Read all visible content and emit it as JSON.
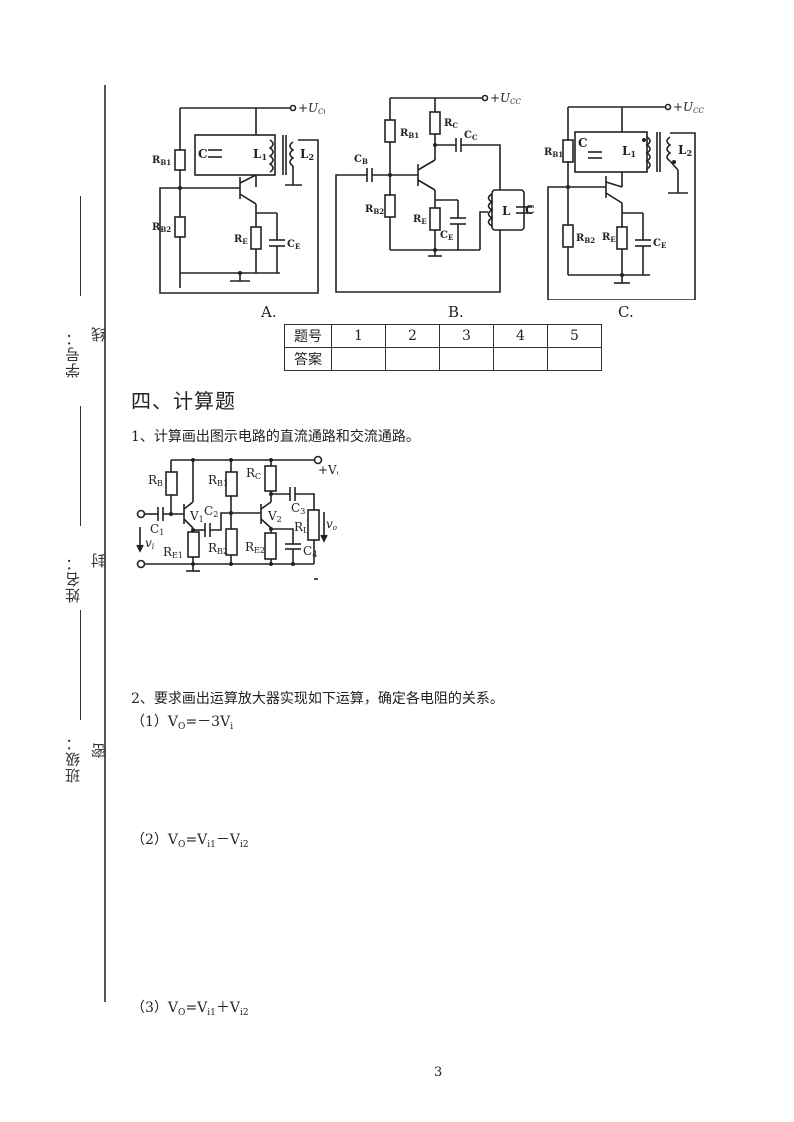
{
  "margin": {
    "student_id_label": "学号：",
    "name_label": "姓名：",
    "class_label": "班级：",
    "seal_chars": [
      "线",
      "封",
      "密"
    ]
  },
  "figures": {
    "A": {
      "caption": "A.",
      "labels": {
        "supply": "+U_CC",
        "rb1": "R_B1",
        "rb2": "R_B2",
        "re": "R_E",
        "ce": "C_E",
        "c": "C",
        "l1": "L_1",
        "l2": "L_2"
      }
    },
    "B": {
      "caption": "B.",
      "labels": {
        "supply": "+U_CC",
        "rb1": "R_B1",
        "rb2": "R_B2",
        "rc": "R_C",
        "cc": "C_C",
        "cb": "C_B",
        "re": "R_E",
        "ce": "C_E",
        "l": "L",
        "c": "C"
      }
    },
    "C": {
      "caption": "C.",
      "labels": {
        "supply": "+U_CC",
        "rb1": "R_B1",
        "rb2": "R_B2",
        "re": "R_E",
        "ce": "C_E",
        "c": "C",
        "l1": "L_1",
        "l2": "L_2"
      }
    }
  },
  "answer_table": {
    "header_label": "题号",
    "answer_label": "答案",
    "numbers": [
      "1",
      "2",
      "3",
      "4",
      "5"
    ],
    "answers": [
      "",
      "",
      "",
      "",
      ""
    ]
  },
  "section": {
    "title": "四、计算题"
  },
  "questions": [
    {
      "text": "1、计算画出图示电路的直流通路和交流通路。"
    },
    {
      "text": "2、要求画出运算放大器实现如下运算，确定各电阻的关系。"
    }
  ],
  "circuit2_labels": {
    "rb": "R_B",
    "rb1": "R_B1",
    "rb2": "R_B2",
    "rc": "R_C",
    "re1": "R_E1",
    "re2": "R_E2",
    "c1": "C_1",
    "c2": "C_2",
    "c3": "C_3",
    "c4": "C_4",
    "v1": "V_1",
    "v2": "V_2",
    "rl": "R_L",
    "vg": "+V_G",
    "vi": "v_i",
    "vo": "v_o"
  },
  "formulas": [
    {
      "prefix": "（1）",
      "text": "V_O=－3V_i"
    },
    {
      "prefix": "（2）",
      "text": "V_O=V_i1－V_i2"
    },
    {
      "prefix": "（3）",
      "text": "V_O=V_i1＋V_i2"
    }
  ],
  "page_number": "3"
}
